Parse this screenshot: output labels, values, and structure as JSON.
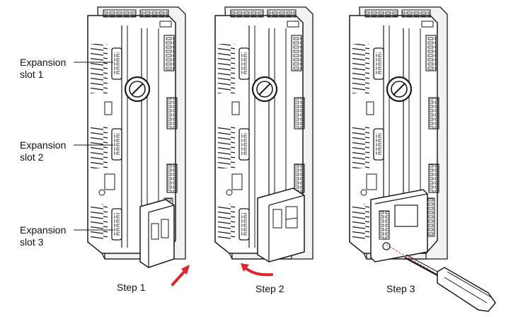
{
  "labels": {
    "slot1": [
      "Expansion",
      "slot 1"
    ],
    "slot2": [
      "Expansion",
      "slot 2"
    ],
    "slot3": [
      "Expansion",
      "slot 3"
    ]
  },
  "steps": [
    "Step 1",
    "Step 2",
    "Step 3"
  ],
  "colors": {
    "line": "#1a1a1a",
    "arrow": "#e0262d",
    "fill": "#ffffff",
    "shade": "#e6e6e6"
  },
  "icons": [
    "curved-arrow-icon",
    "straight-arrow-icon",
    "screwdriver-icon"
  ]
}
